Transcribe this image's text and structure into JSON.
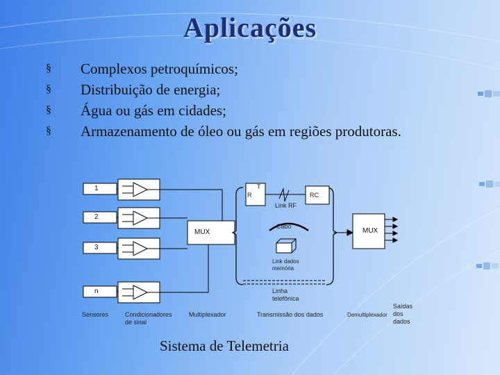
{
  "title": "Aplicações",
  "bullet_marker": "§",
  "bullets": [
    "Complexos petroquímicos;",
    "Distribuição de energia;",
    "Água ou gás em cidades;",
    "Armazenamento de óleo ou gás em regiões produtoras."
  ],
  "diagram": {
    "sensors": [
      "1",
      "2",
      "3",
      "n"
    ],
    "mux_left": "MUX",
    "mux_right": "MUX",
    "t_label": "T",
    "r_label": "R",
    "rc_label": "RC",
    "link_rf": "Link RF",
    "cabo": "Cabo",
    "link_memoria": "Link dados memória",
    "linha_telefonica": "Linha telefônica",
    "sensores": "Sensores",
    "condicionadores": "Condicionadores de sinal",
    "multiplexador": "Multiplexador",
    "transmissao": "Transmissão dos dados",
    "demultiplexador": "Demultiplexador",
    "saidas": "Saídas dos dados"
  },
  "caption": "Sistema de Telemetria"
}
